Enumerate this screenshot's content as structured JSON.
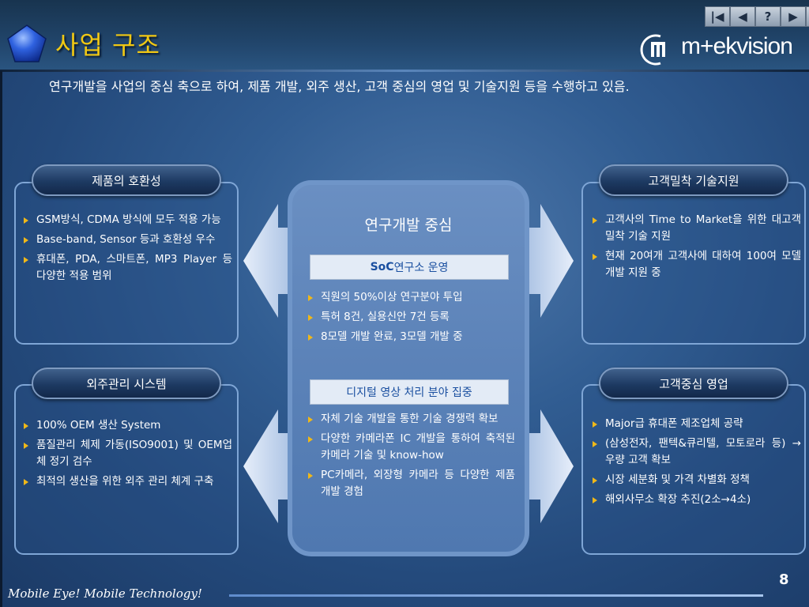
{
  "header": {
    "title": "사업 구조",
    "logo_text": "m+ekvision",
    "nav_buttons": [
      {
        "icon": "first-icon",
        "glyph": "|◀"
      },
      {
        "icon": "prev-icon",
        "glyph": "◀"
      },
      {
        "icon": "help-icon",
        "glyph": "?"
      },
      {
        "icon": "next-icon",
        "glyph": "▶"
      },
      {
        "icon": "last-icon",
        "glyph": "▶|"
      }
    ]
  },
  "intro": "연구개발을 사업의 중심 축으로 하여, 제품 개발, 외주 생산, 고객 중심의 영업 및 기술지원 등을 수행하고 있음.",
  "top_left": {
    "title": "제품의 호환성",
    "items": [
      "GSM방식, CDMA 방식에 모두 적용 가능",
      "Base-band, Sensor 등과 호환성 우수",
      "휴대폰, PDA, 스마트폰, MP3 Player 등 다양한 적용 범위"
    ]
  },
  "bottom_left": {
    "title": "외주관리 시스템",
    "items": [
      "100% OEM 생산 System",
      "품질관리 체제 가동(ISO9001) 및 OEM업체 정기 검수",
      "최적의 생산을 위한 외주 관리 체계 구축"
    ]
  },
  "top_right": {
    "title": "고객밀착 기술지원",
    "items": [
      "고객사의 Time to Market을 위한 대고객 밀착 기술 지원",
      "현재 20여개 고객사에 대하여 100여 모델 개발 지원 중"
    ]
  },
  "bottom_right": {
    "title": "고객중심 영업",
    "items": [
      "Major급 휴대폰 제조업체 공략",
      "(삼성전자, 팬텍&큐리텔, 모토로라 등) → 우량 고객 확보",
      "시장 세분화 및 가격 차별화 정책",
      "해외사무소 확장 추진(2소→4소)"
    ]
  },
  "center": {
    "title": "연구개발 중심",
    "soc": {
      "label_bold": "SoC",
      "label_rest": " 연구소 운영",
      "items": [
        "직원의 50%이상 연구분야 투입",
        "특허 8건, 실용신안 7건 등록",
        "8모델 개발 완료, 3모델 개발 중"
      ]
    },
    "digital": {
      "label": "디지털 영상 처리 분야 집중",
      "items": [
        "자체 기술 개발을 통한 기술 경쟁력 확보",
        "다양한 카메라폰 IC 개발을 통하여 축적된 카메라 기술 및 know-how",
        "PC카메라, 외장형 카메라 등 다양한 제품 개발 경험"
      ]
    }
  },
  "footer": {
    "text": "Mobile Eye!  Mobile Technology!",
    "page_number": "8"
  },
  "colors": {
    "title": "#f0c814",
    "bullet": "#f0b818",
    "accent_blue": "#1a4fa0"
  }
}
